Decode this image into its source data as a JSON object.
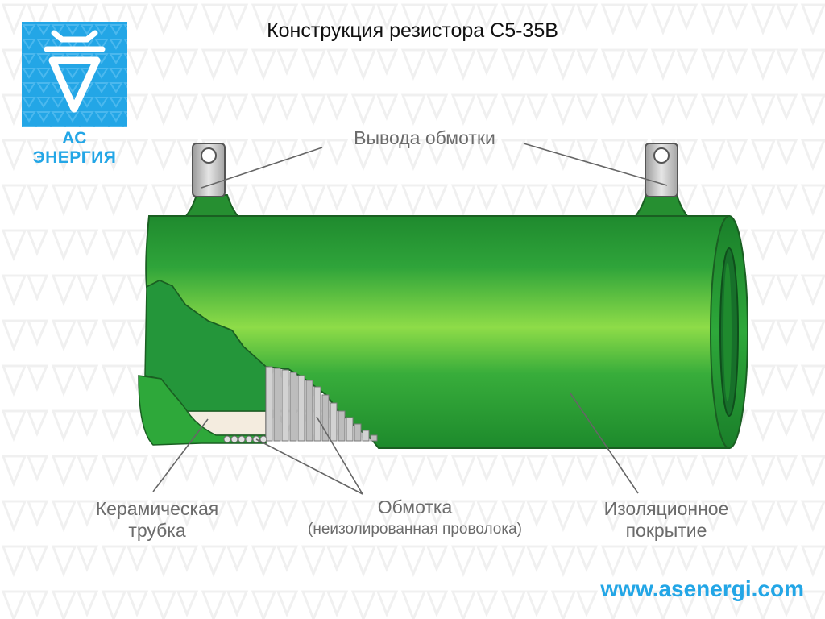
{
  "title": "Конструкция резистора С5-35В",
  "logo": {
    "text": "АС ЭНЕРГИЯ",
    "icon": "as-energy-logo-icon",
    "color": "#23a6e6"
  },
  "labels": {
    "terminals": "Вывода обмотки",
    "ceramic_line1": "Керамическая",
    "ceramic_line2": "трубка",
    "winding": "Обмотка",
    "winding_sub": "(неизолированная проволока)",
    "coating_line1": "Изоляционное",
    "coating_line2": "покрытие"
  },
  "url": "www.asenergi.com",
  "colors": {
    "coating_green": "#2ea83a",
    "coating_highlight": "#8ee04a",
    "ceramic": "#f4ecdf",
    "wire": "#b9b9b9",
    "label_gray": "#6b6b6b",
    "accent_blue": "#23a6e6"
  }
}
